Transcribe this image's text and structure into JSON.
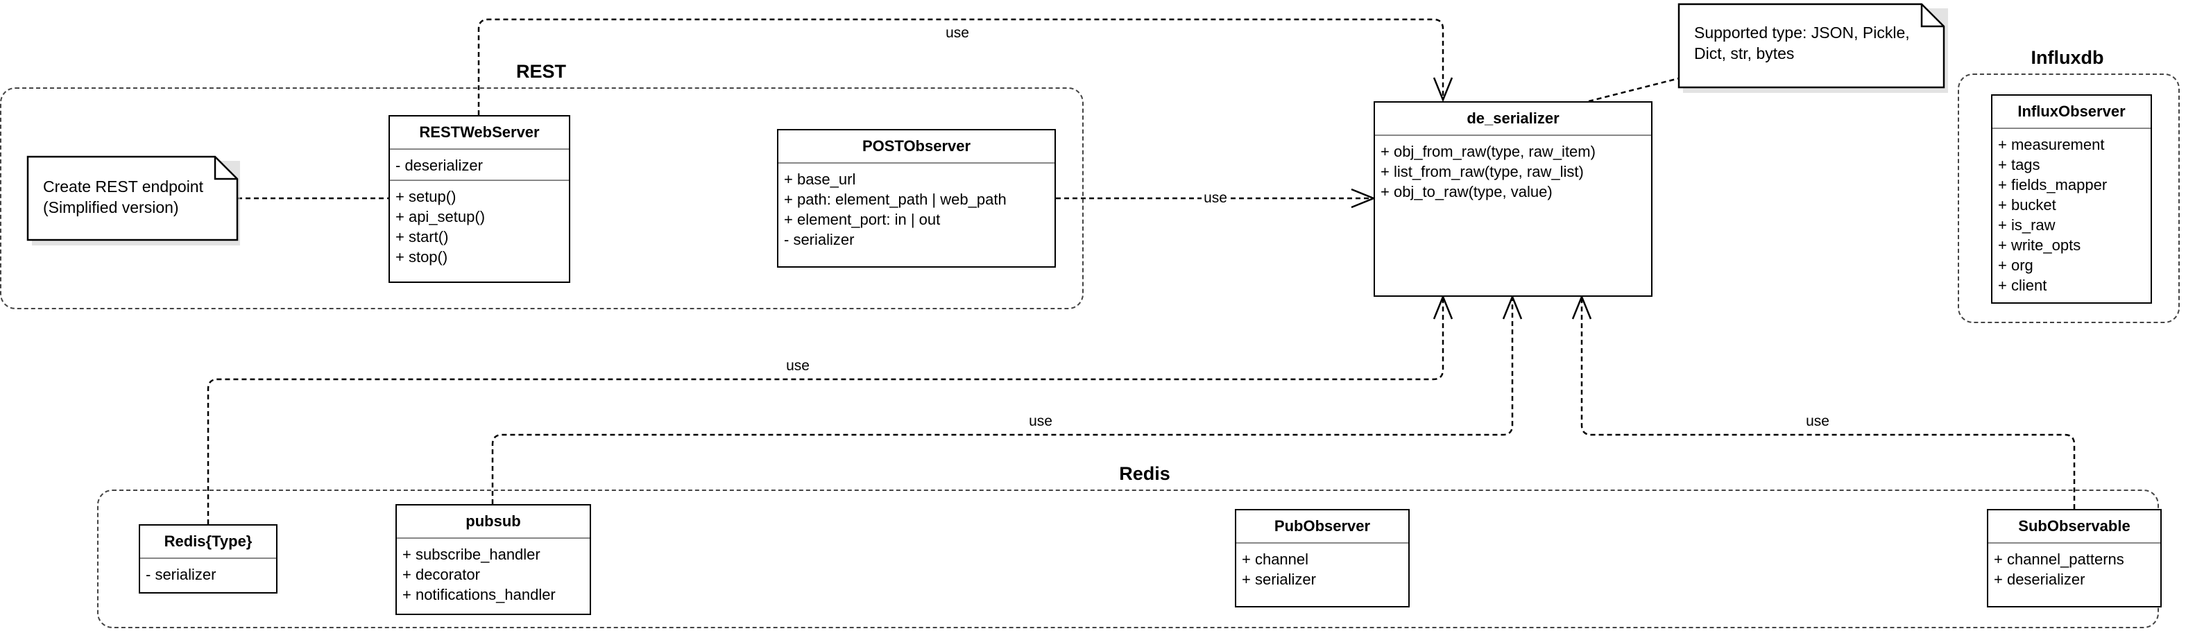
{
  "packages": {
    "rest": {
      "title": "REST"
    },
    "influxdb": {
      "title": "Influxdb"
    },
    "redis": {
      "title": "Redis"
    }
  },
  "classes": {
    "rest_web_server": {
      "name": "RESTWebServer",
      "attributes": [
        "- deserializer"
      ],
      "methods": [
        "+ setup()",
        "+ api_setup()",
        "+ start()",
        "+ stop()"
      ]
    },
    "post_observer": {
      "name": "POSTObserver",
      "attributes": [
        "+ base_url",
        "+ path: element_path | web_path",
        "+ element_port: in | out",
        "- serializer"
      ]
    },
    "de_serializer": {
      "name": "de_serializer",
      "attributes": [
        "+ obj_from_raw(type, raw_item)",
        "+ list_from_raw(type, raw_list)",
        "+ obj_to_raw(type, value)"
      ]
    },
    "influx_observer": {
      "name": "InfluxObserver",
      "attributes": [
        "+ measurement",
        "+ tags",
        "+ fields_mapper",
        "+ bucket",
        "+ is_raw",
        "+ write_opts",
        "+ org",
        "+ client"
      ]
    },
    "redis_type": {
      "name": "Redis{Type}",
      "attributes": [
        "- serializer"
      ]
    },
    "pubsub": {
      "name": "pubsub",
      "attributes": [
        "+ subscribe_handler",
        "+ decorator",
        "+ notifications_handler"
      ]
    },
    "pub_observer": {
      "name": "PubObserver",
      "attributes": [
        "+ channel",
        "+ serializer"
      ]
    },
    "sub_observable": {
      "name": "SubObservable",
      "attributes": [
        "+ channel_patterns",
        "+ deserializer"
      ]
    }
  },
  "notes": {
    "rest_note": {
      "lines": [
        "Create REST endpoint",
        "(Simplified version)"
      ]
    },
    "types_note": {
      "lines": [
        "Supported type: JSON, Pickle,",
        "Dict, str, bytes"
      ]
    }
  },
  "connections": {
    "rest_server_use": {
      "label": "use"
    },
    "post_observer_use": {
      "label": "use"
    },
    "redis_type_use": {
      "label": "use"
    },
    "pubsub_use": {
      "label": "use"
    },
    "sub_observable_use": {
      "label": "use"
    }
  }
}
